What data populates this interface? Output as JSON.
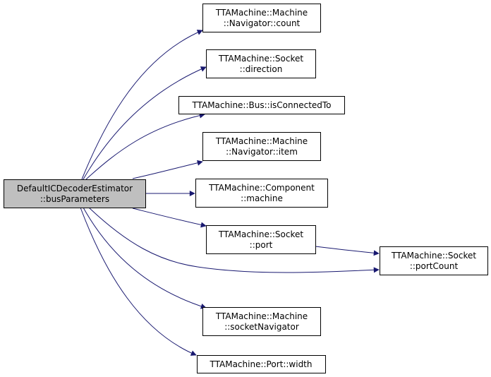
{
  "colors": {
    "edge": "#191970",
    "node_border": "#000000",
    "node_fill": "#ffffff",
    "root_fill": "#bfbfbf",
    "text": "#000000"
  },
  "nodes": {
    "root": {
      "line1": "DefaultICDecoderEstimator",
      "line2": "::busParameters"
    },
    "machine_navigator_count": {
      "line1": "TTAMachine::Machine",
      "line2": "::Navigator::count"
    },
    "socket_direction": {
      "line1": "TTAMachine::Socket",
      "line2": "::direction"
    },
    "bus_is_connected_to": {
      "line1": "TTAMachine::Bus::isConnectedTo"
    },
    "machine_navigator_item": {
      "line1": "TTAMachine::Machine",
      "line2": "::Navigator::item"
    },
    "component_machine": {
      "line1": "TTAMachine::Component",
      "line2": "::machine"
    },
    "socket_port": {
      "line1": "TTAMachine::Socket",
      "line2": "::port"
    },
    "socket_port_count": {
      "line1": "TTAMachine::Socket",
      "line2": "::portCount"
    },
    "machine_socket_navigator": {
      "line1": "TTAMachine::Machine",
      "line2": "::socketNavigator"
    },
    "port_width": {
      "line1": "TTAMachine::Port::width"
    }
  }
}
